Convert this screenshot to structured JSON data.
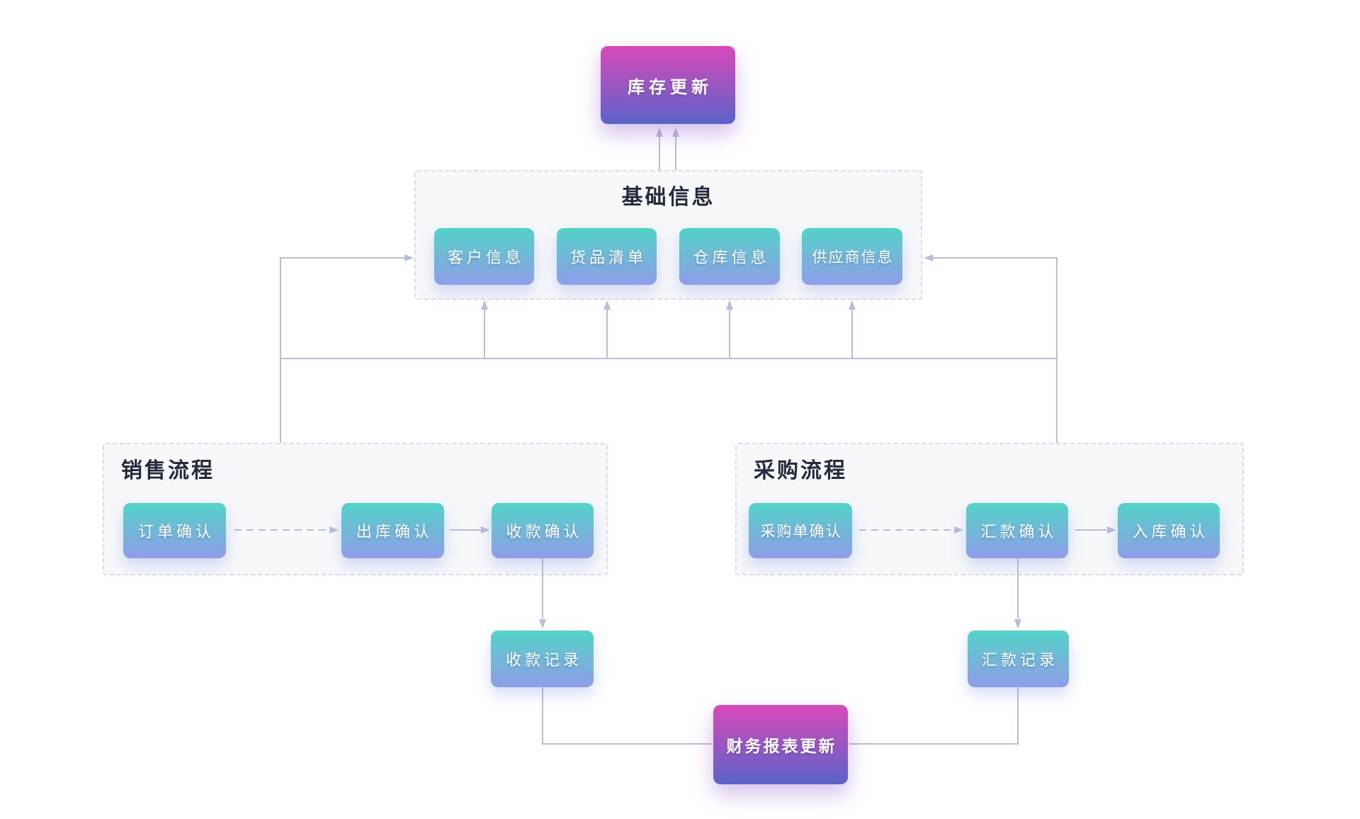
{
  "theme": {
    "node_top": "#53d3c7",
    "node_bottom": "#8f9de9",
    "hl_top": "#d949ba",
    "hl_bottom": "#5b63c8",
    "line_color": "#b9bdd8",
    "group_bg": "#f7f8fa",
    "group_border": "#d9dce6",
    "title_color": "#242b3d"
  },
  "diagram": {
    "inventory_update": "库存更新",
    "base_info": {
      "title": "基础信息",
      "items": [
        "客户信息",
        "货品清单",
        "仓库信息",
        "供应商信息"
      ]
    },
    "sales": {
      "title": "销售流程",
      "steps": [
        "订单确认",
        "出库确认",
        "收款确认"
      ]
    },
    "purchase": {
      "title": "采购流程",
      "steps": [
        "采购单确认",
        "汇款确认",
        "入库确认"
      ]
    },
    "payment_record": "收款记录",
    "remittance_record": "汇款记录",
    "finance_report_update": "财务报表更新"
  }
}
